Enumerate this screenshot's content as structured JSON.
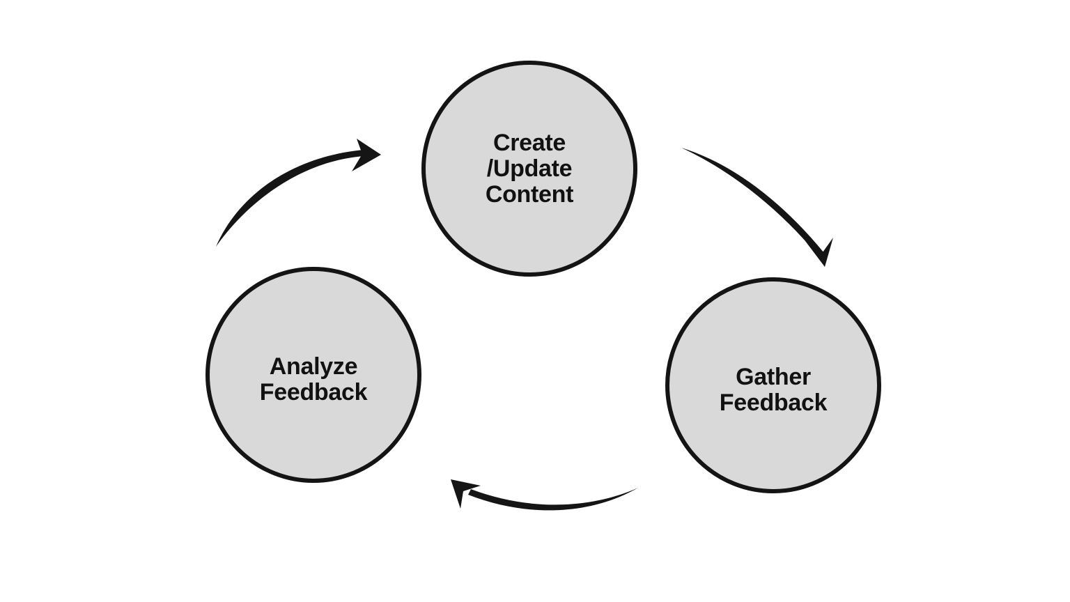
{
  "diagram": {
    "type": "cycle",
    "background": "#ffffff",
    "nodes": [
      {
        "id": "create-update-content",
        "label": "Create\n/Update\nContent",
        "fill": "#d9d9d9",
        "border_color": "#141414",
        "text_color": "#111111",
        "position": "top"
      },
      {
        "id": "gather-feedback",
        "label": "Gather\nFeedback",
        "fill": "#d9d9d9",
        "border_color": "#141414",
        "text_color": "#111111",
        "position": "right"
      },
      {
        "id": "analyze-feedback",
        "label": "Analyze\nFeedback",
        "fill": "#d9d9d9",
        "border_color": "#141414",
        "text_color": "#111111",
        "position": "left"
      }
    ],
    "edges": [
      {
        "from": "analyze-feedback",
        "to": "create-update-content",
        "style": "curved-tapered-arrow",
        "color": "#151515"
      },
      {
        "from": "create-update-content",
        "to": "gather-feedback",
        "style": "curved-tapered-arrow",
        "color": "#151515"
      },
      {
        "from": "gather-feedback",
        "to": "analyze-feedback",
        "style": "curved-tapered-arrow",
        "color": "#151515"
      }
    ]
  }
}
